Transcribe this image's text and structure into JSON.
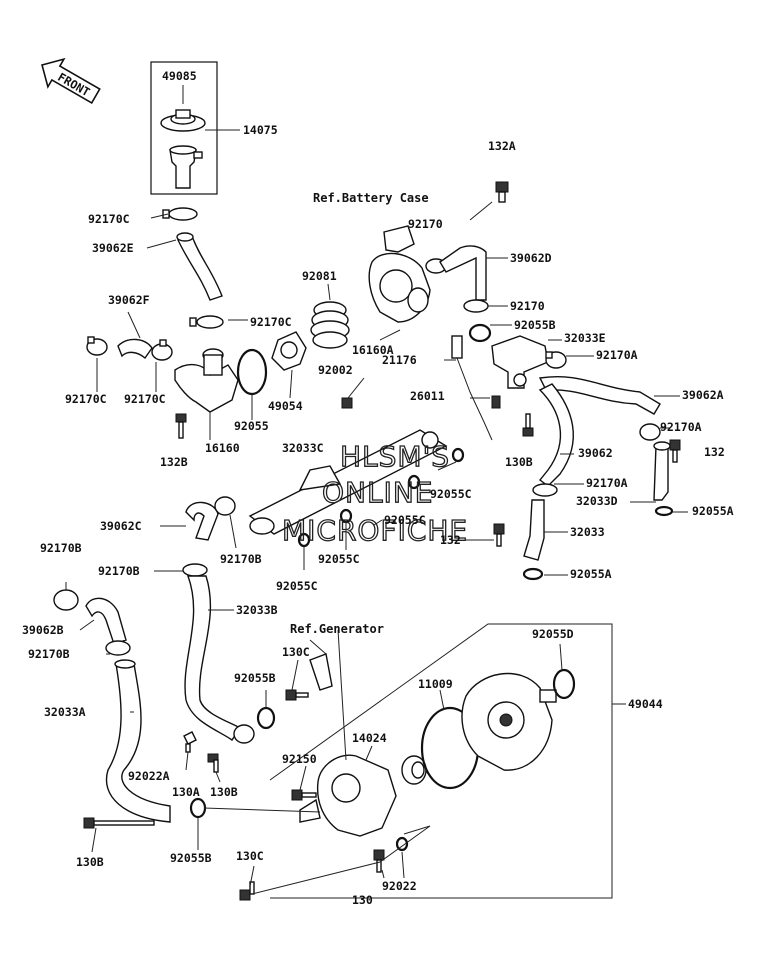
{
  "front_label": "FRONT",
  "references": {
    "battery_case": "Ref.Battery Case",
    "generator": "Ref.Generator"
  },
  "watermark": [
    "HLSM'S",
    "ONLINE",
    "MICROFICHE"
  ],
  "parts": {
    "p49085": "49085",
    "p14075": "14075",
    "p132A": "132A",
    "p92170C_top": "92170C",
    "p39062E": "39062E",
    "p92170_a": "92170",
    "p39062D": "39062D",
    "p39062F": "39062F",
    "p92081": "92081",
    "p92170_b": "92170",
    "p92170C_mid": "92170C",
    "p92055B_top": "92055B",
    "p32033E": "32033E",
    "p16160A": "16160A",
    "p21176": "21176",
    "p92170A_top": "92170A",
    "p92170C_left": "92170C",
    "p92170C_left2": "92170C",
    "p92055": "92055",
    "p49054": "49054",
    "p92002": "92002",
    "p26011": "26011",
    "p39062A": "39062A",
    "p132B": "132B",
    "p16160": "16160",
    "p92170A_right": "92170A",
    "p32033C": "32033C",
    "p130B_mid": "130B",
    "p39062": "39062",
    "p132": "132",
    "p92055C_a": "92055C",
    "p92170A_mid": "92170A",
    "p32033D": "32033D",
    "p39062C": "39062C",
    "p92055C_b": "92055C",
    "p92055A_right": "92055A",
    "p132_b": "132",
    "p32033": "32033",
    "p92170B_a": "92170B",
    "p92055C_c": "92055C",
    "p92170B_b": "92170B",
    "p92055C_d": "92055C",
    "p92055A_low": "92055A",
    "p92170B_left": "92170B",
    "p32033B": "32033B",
    "p39062B": "39062B",
    "p92055D": "92055D",
    "p130C_top": "130C",
    "p92170B_left2": "92170B",
    "p11009": "11009",
    "p92055B_mid": "92055B",
    "p49044": "49044",
    "p32033A": "32033A",
    "p14024": "14024",
    "p92150": "92150",
    "p92022A": "92022A",
    "p130A": "130A",
    "p130B_low": "130B",
    "p130B_left": "130B",
    "p92055B_low": "92055B",
    "p130C_low": "130C",
    "p92022": "92022",
    "p130": "130"
  }
}
